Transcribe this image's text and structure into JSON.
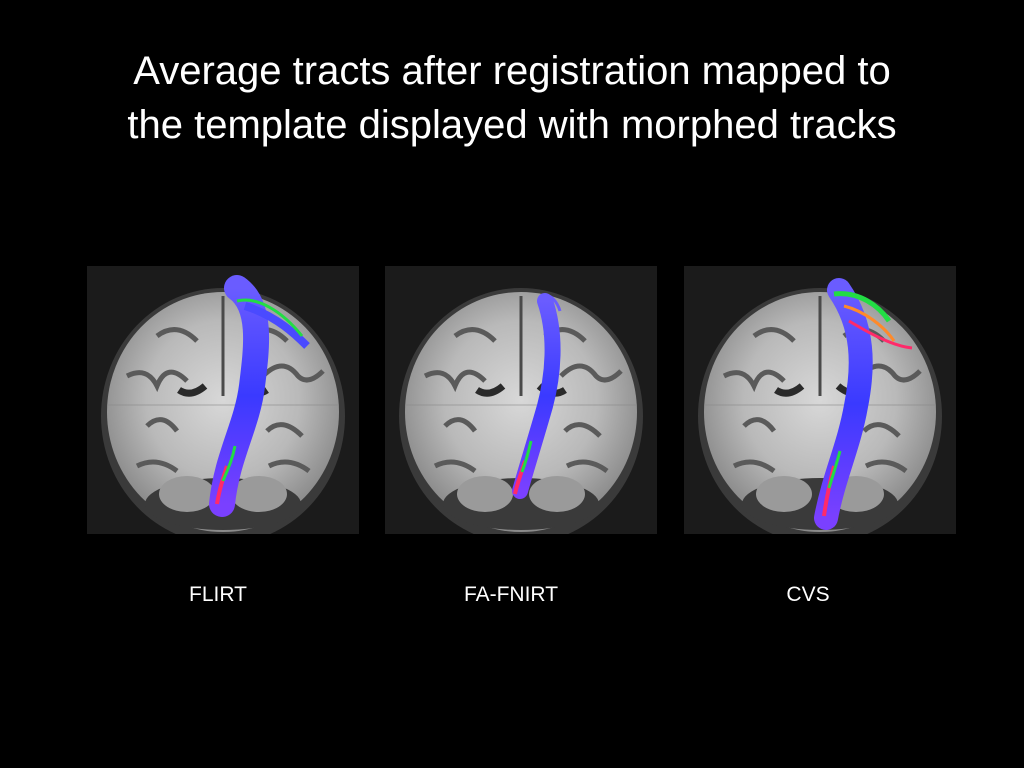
{
  "slide": {
    "title_line1": "Average tracts after registration mapped to",
    "title_line2": "the template displayed with morphed tracks"
  },
  "panels": [
    {
      "label": "FLIRT",
      "image": "coronal-brain-mri-with-tract-overlay"
    },
    {
      "label": "FA-FNIRT",
      "image": "coronal-brain-mri-with-tract-overlay"
    },
    {
      "label": "CVS",
      "image": "coronal-brain-mri-with-tract-overlay"
    }
  ],
  "colors": {
    "background": "#000000",
    "text": "#ffffff",
    "tract_primary": "#3b3bff",
    "tract_secondary": "#ff2a6a",
    "tract_tertiary": "#22dd44"
  }
}
